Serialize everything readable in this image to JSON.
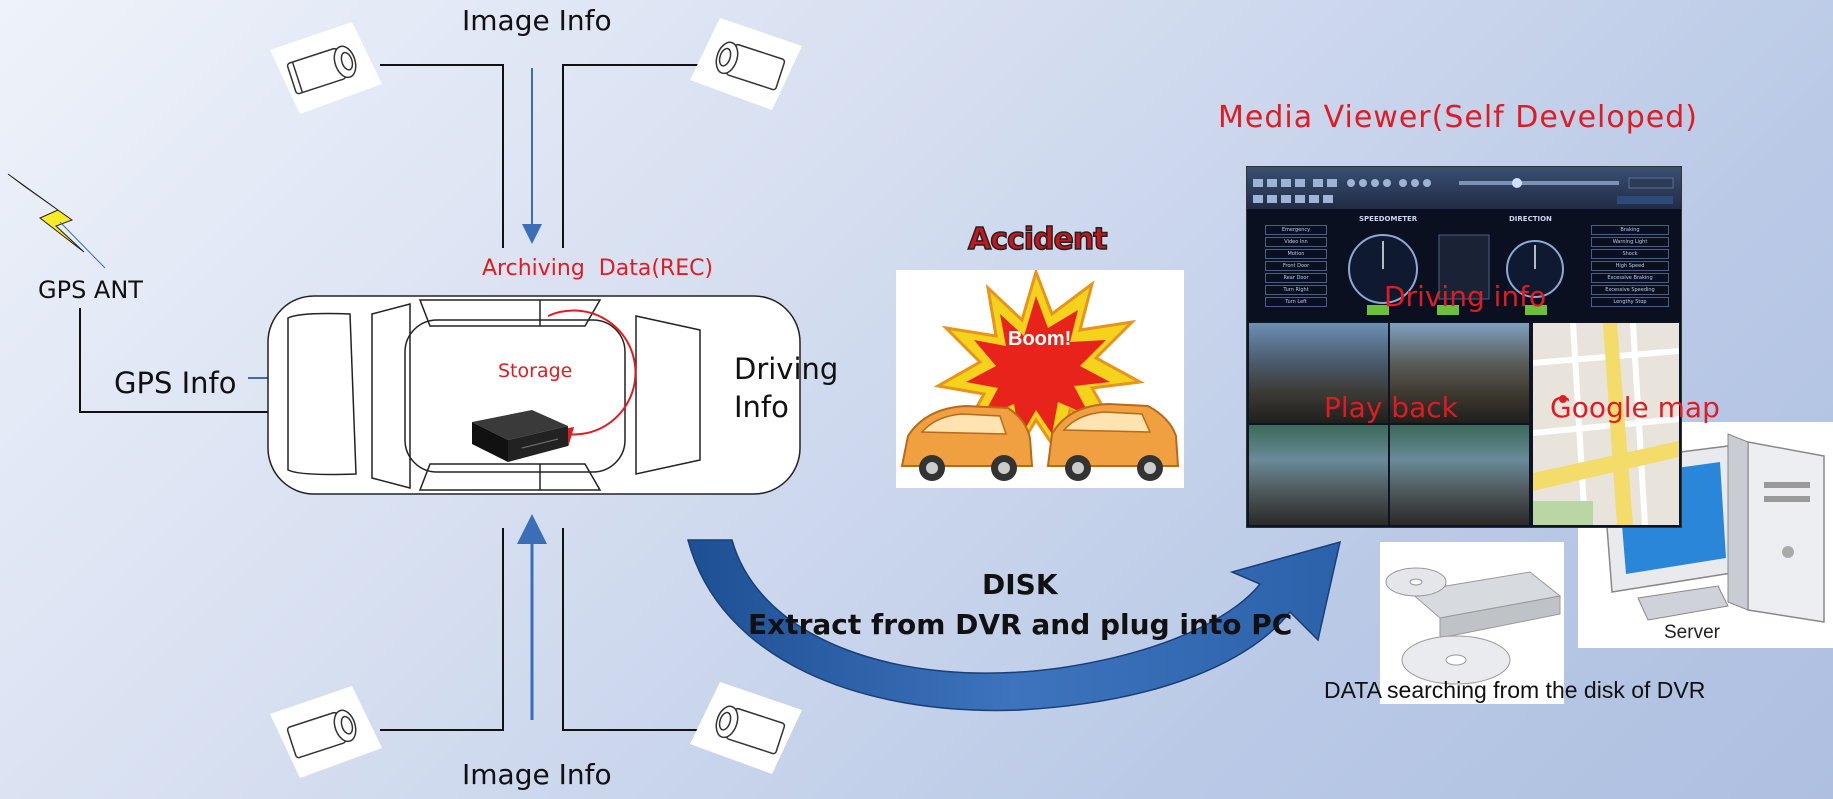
{
  "labels": {
    "image_info_top": "Image Info",
    "image_info_bottom": "Image Info",
    "gps_ant": "GPS ANT",
    "gps_info": "GPS Info",
    "driving_info_line1": "Driving",
    "driving_info_line2": "Info",
    "archiving": "Archiving  Data(REC)",
    "storage": "Storage",
    "accident": "Accident",
    "boom": "Boom!",
    "media_viewer": "Media Viewer(Self Developed)",
    "driving_info_overlay": "Driving info",
    "play_back": "Play back",
    "google_map": "Google map",
    "disk": "DISK",
    "extract": "Extract from DVR and plug into PC",
    "server": "Server",
    "data_searching": "DATA searching from the disk of DVR"
  },
  "viewer": {
    "speedometer": "SPEEDOMETER",
    "direction": "DIRECTION",
    "left_list": [
      "Emergency",
      "Video Inn",
      "Motion",
      "Front Door",
      "Rear Door",
      "Turn Right",
      "Turn Left"
    ],
    "right_list": [
      "Braking",
      "Warning Light",
      "Shock",
      "High Speed",
      "Excessive Braking",
      "Excessive Speeding",
      "Lengthy Stop"
    ]
  },
  "colors": {
    "accent_red": "#e11b22",
    "arrow_blue": "#3a6fb8",
    "big_arrow": "#2b5fa6"
  }
}
